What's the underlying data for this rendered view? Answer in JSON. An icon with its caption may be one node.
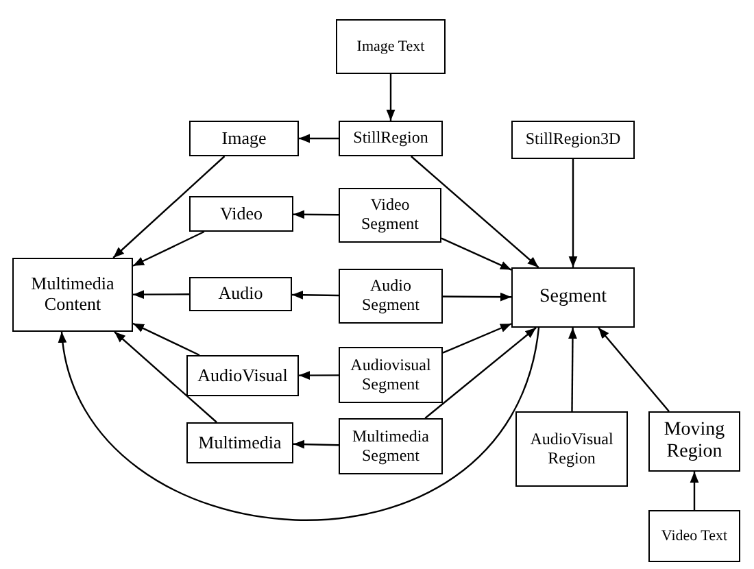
{
  "diagram": {
    "nodes": [
      {
        "text": [
          "Image Text"
        ]
      },
      {
        "text": [
          "Image"
        ]
      },
      {
        "text": [
          "StillRegion"
        ]
      },
      {
        "text": [
          "StillRegion3D"
        ]
      },
      {
        "text": [
          "Video"
        ]
      },
      {
        "text": [
          "Video Segment"
        ]
      },
      {
        "text": [
          "Multimedia Content"
        ]
      },
      {
        "text": [
          "Audio"
        ]
      },
      {
        "text": [
          "Audio Segment"
        ]
      },
      {
        "text": [
          "Segment"
        ]
      },
      {
        "text": [
          "AudioVisual"
        ]
      },
      {
        "text": [
          "Audiovisual Segment"
        ]
      },
      {
        "text": [
          "Multimedia"
        ]
      },
      {
        "text": [
          "Multimedia Segment"
        ]
      },
      {
        "text": [
          "AudioVisual Region"
        ]
      },
      {
        "text": [
          "Moving Region"
        ]
      },
      {
        "text": [
          "Video Text"
        ]
      }
    ],
    "edges": [
      {
        "from": 0,
        "to": 2,
        "arrow": "to"
      },
      {
        "from": 2,
        "to": 1,
        "arrow": "to"
      },
      {
        "from": 1,
        "to": 6,
        "arrow": "to"
      },
      {
        "from": 5,
        "to": 4,
        "arrow": "to"
      },
      {
        "from": 4,
        "to": 6,
        "arrow": "to"
      },
      {
        "from": 8,
        "to": 7,
        "arrow": "to"
      },
      {
        "from": 7,
        "to": 6,
        "arrow": "to"
      },
      {
        "from": 11,
        "to": 10,
        "arrow": "to"
      },
      {
        "from": 10,
        "to": 6,
        "arrow": "to"
      },
      {
        "from": 13,
        "to": 12,
        "arrow": "to"
      },
      {
        "from": 12,
        "to": 6,
        "arrow": "to"
      },
      {
        "from": 2,
        "to": 9,
        "arrow": "to"
      },
      {
        "from": 5,
        "to": 9,
        "arrow": "to"
      },
      {
        "from": 8,
        "to": 9,
        "arrow": "to"
      },
      {
        "from": 11,
        "to": 9,
        "arrow": "to"
      },
      {
        "from": 13,
        "to": 9,
        "arrow": "to"
      },
      {
        "from": 3,
        "to": 9,
        "arrow": "to"
      },
      {
        "from": 14,
        "to": 9,
        "arrow": "to"
      },
      {
        "from": 15,
        "to": 9,
        "arrow": "to"
      },
      {
        "from": 16,
        "to": 15,
        "arrow": "to"
      },
      {
        "from": 9,
        "to": 6,
        "arrow": "to"
      }
    ]
  }
}
